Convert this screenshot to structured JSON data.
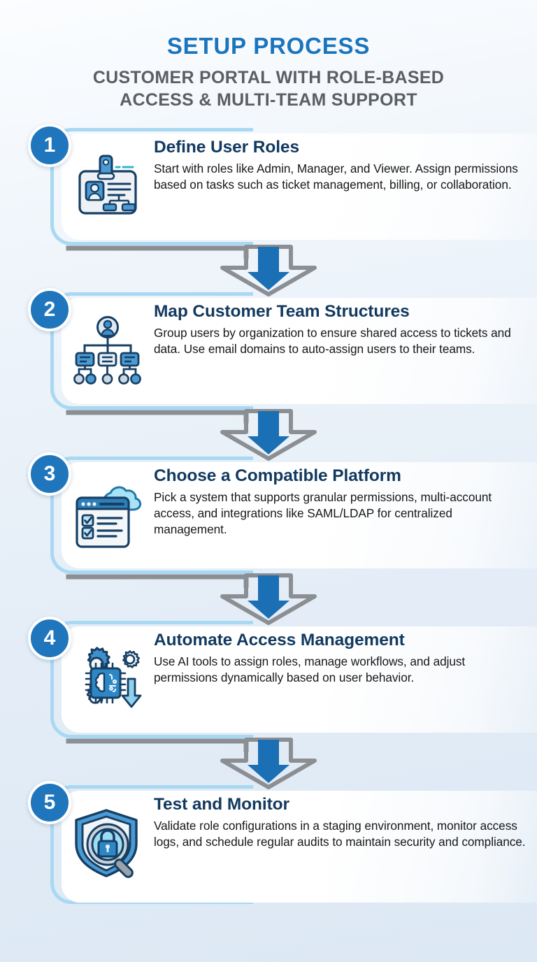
{
  "header": {
    "title": "SETUP PROCESS",
    "subtitle_line1": "CUSTOMER PORTAL WITH ROLE-BASED",
    "subtitle_line2": "ACCESS & MULTI-TEAM SUPPORT",
    "title_color": "#1b75bc",
    "subtitle_color": "#5b5f63"
  },
  "theme": {
    "accent_blue": "#1f76bd",
    "light_blue_outline": "#a9d8f3",
    "heading_navy": "#12395f",
    "body_text": "#18181a",
    "arrow_blue": "#1b6fb5",
    "arrow_gray": "#8b8f93",
    "card_white": "#ffffff",
    "background_top": "#fbfdff",
    "background_bottom": "#dce8f4"
  },
  "steps": [
    {
      "number": "1",
      "title": "Define User Roles",
      "description": "Start with roles like Admin, Manager, and Viewer. Assign permissions based on tasks such as ticket management, billing, or collaboration.",
      "icon": "id-badge-icon"
    },
    {
      "number": "2",
      "title": "Map Customer Team Structures",
      "description": "Group users by organization to ensure shared access to tickets and data. Use email domains to auto-assign users to their teams.",
      "icon": "org-chart-icon"
    },
    {
      "number": "3",
      "title": "Choose a Compatible Platform",
      "description": "Pick a system that supports granular permissions, multi-account access, and integrations like SAML/LDAP for centralized management.",
      "icon": "cloud-checklist-icon"
    },
    {
      "number": "4",
      "title": "Automate Access Management",
      "description": "Use AI tools to assign roles, manage workflows, and adjust permissions dynamically based on user behavior.",
      "icon": "gears-ai-chip-icon"
    },
    {
      "number": "5",
      "title": "Test and Monitor",
      "description": "Validate role configurations in a staging environment, monitor access logs, and schedule regular audits to maintain security and compliance.",
      "icon": "shield-lock-magnifier-icon"
    }
  ],
  "connectors": [
    {
      "from": "1",
      "to": "2"
    },
    {
      "from": "2",
      "to": "3"
    },
    {
      "from": "3",
      "to": "4"
    },
    {
      "from": "4",
      "to": "5"
    }
  ]
}
